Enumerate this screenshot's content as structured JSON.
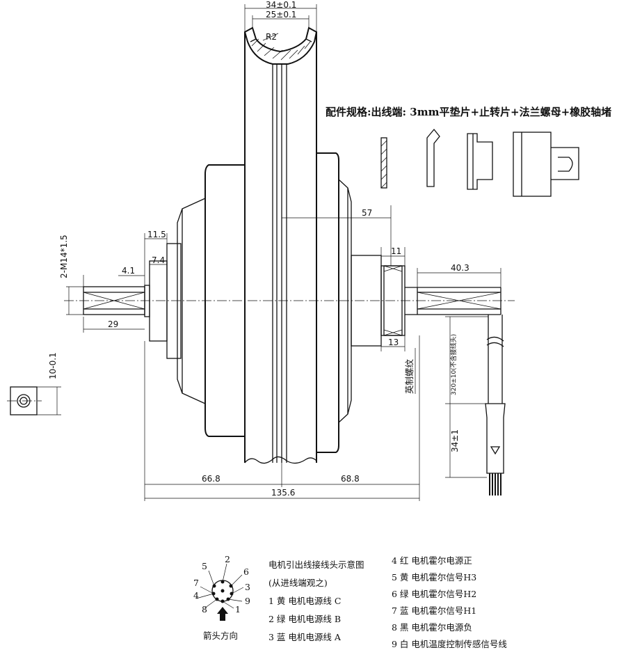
{
  "dims": {
    "rim_outer": "34±0.1",
    "rim_inner": "25±0.1",
    "rim_radius": "R2",
    "thread_spec": "2-M14*1.5",
    "left_shoulder": "11.5",
    "left_step": "7.4",
    "left_flat": "4.1",
    "left_axle": "29",
    "right_57": "57",
    "right_11": "11",
    "right_axle": "40.3",
    "right_13": "13",
    "nut_flat": "10-0.1",
    "half_left": "66.8",
    "half_right": "68.8",
    "total_width": "135.6",
    "cable_len": "320±10(不含接线头)",
    "connector_len": "34±1"
  },
  "labels": {
    "accessories": "配件规格:出线端: 3mm平垫片+止转片+法兰螺母+橡胶轴堵",
    "thread_note": "英制螺纹",
    "pin_title_1": "电机引出线接线头示意图",
    "pin_title_2": "(从进线端观之)",
    "arrow_dir": "箭头方向"
  },
  "pin_numbers": [
    "2",
    "5",
    "6",
    "7",
    "3",
    "4",
    "9",
    "8",
    "1"
  ],
  "wires": [
    "1 黄 电机电源线 C",
    "2 绿 电机电源线 B",
    "3 蓝 电机电源线 A",
    "4 红 电机霍尔电源正",
    "5 黄 电机霍尔信号H3",
    "6 绿 电机霍尔信号H2",
    "7 蓝 电机霍尔信号H1",
    "8 黑 电机霍尔电源负",
    "9 白 电机温度控制传感信号线"
  ]
}
